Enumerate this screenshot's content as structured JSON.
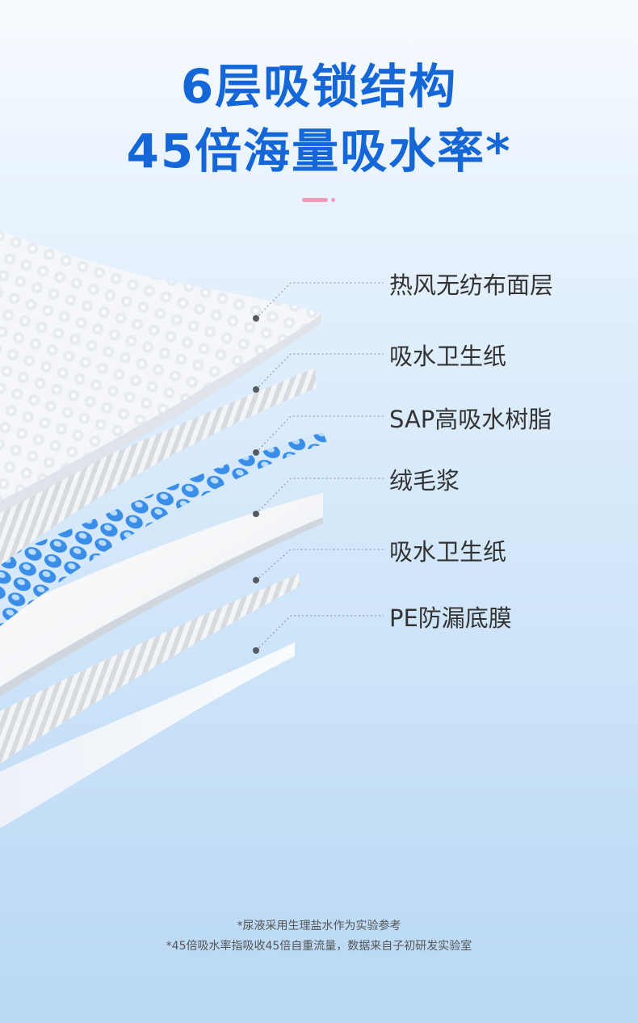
{
  "headline": {
    "line1": "6层吸锁结构",
    "line2": "45倍海量吸水率*"
  },
  "layers": [
    {
      "label": "热风无纺布面层"
    },
    {
      "label": "吸水卫生纸"
    },
    {
      "label": "SAP高吸水树脂"
    },
    {
      "label": "绒毛浆"
    },
    {
      "label": "吸水卫生纸"
    },
    {
      "label": "PE防漏底膜"
    }
  ],
  "footnotes": {
    "note1": "*尿液采用生理盐水作为实验参考",
    "note2": "*45倍吸水率指吸收45倍自重流量，数据来自子初研发实验室"
  },
  "colors": {
    "headline": "#1566d6",
    "accent_pink": "#f29ab7",
    "sap_blue": "#3a8ee8"
  }
}
